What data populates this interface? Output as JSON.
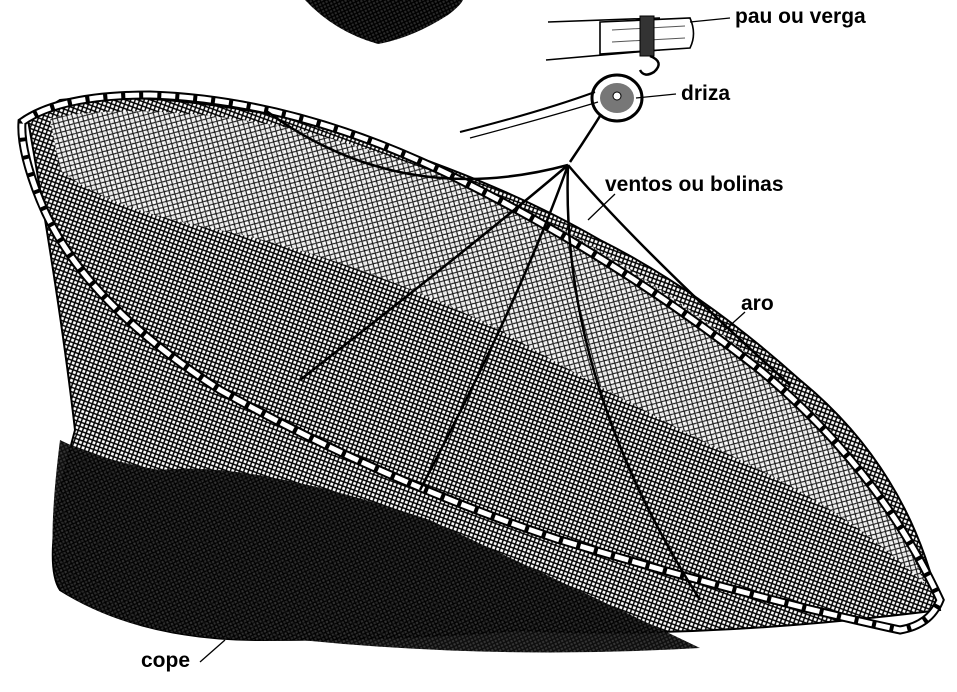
{
  "labels": {
    "pau": "pau ou verga",
    "driza": "driza",
    "ventos": "ventos ou bolinas",
    "aro": "aro",
    "cope": "cope"
  }
}
